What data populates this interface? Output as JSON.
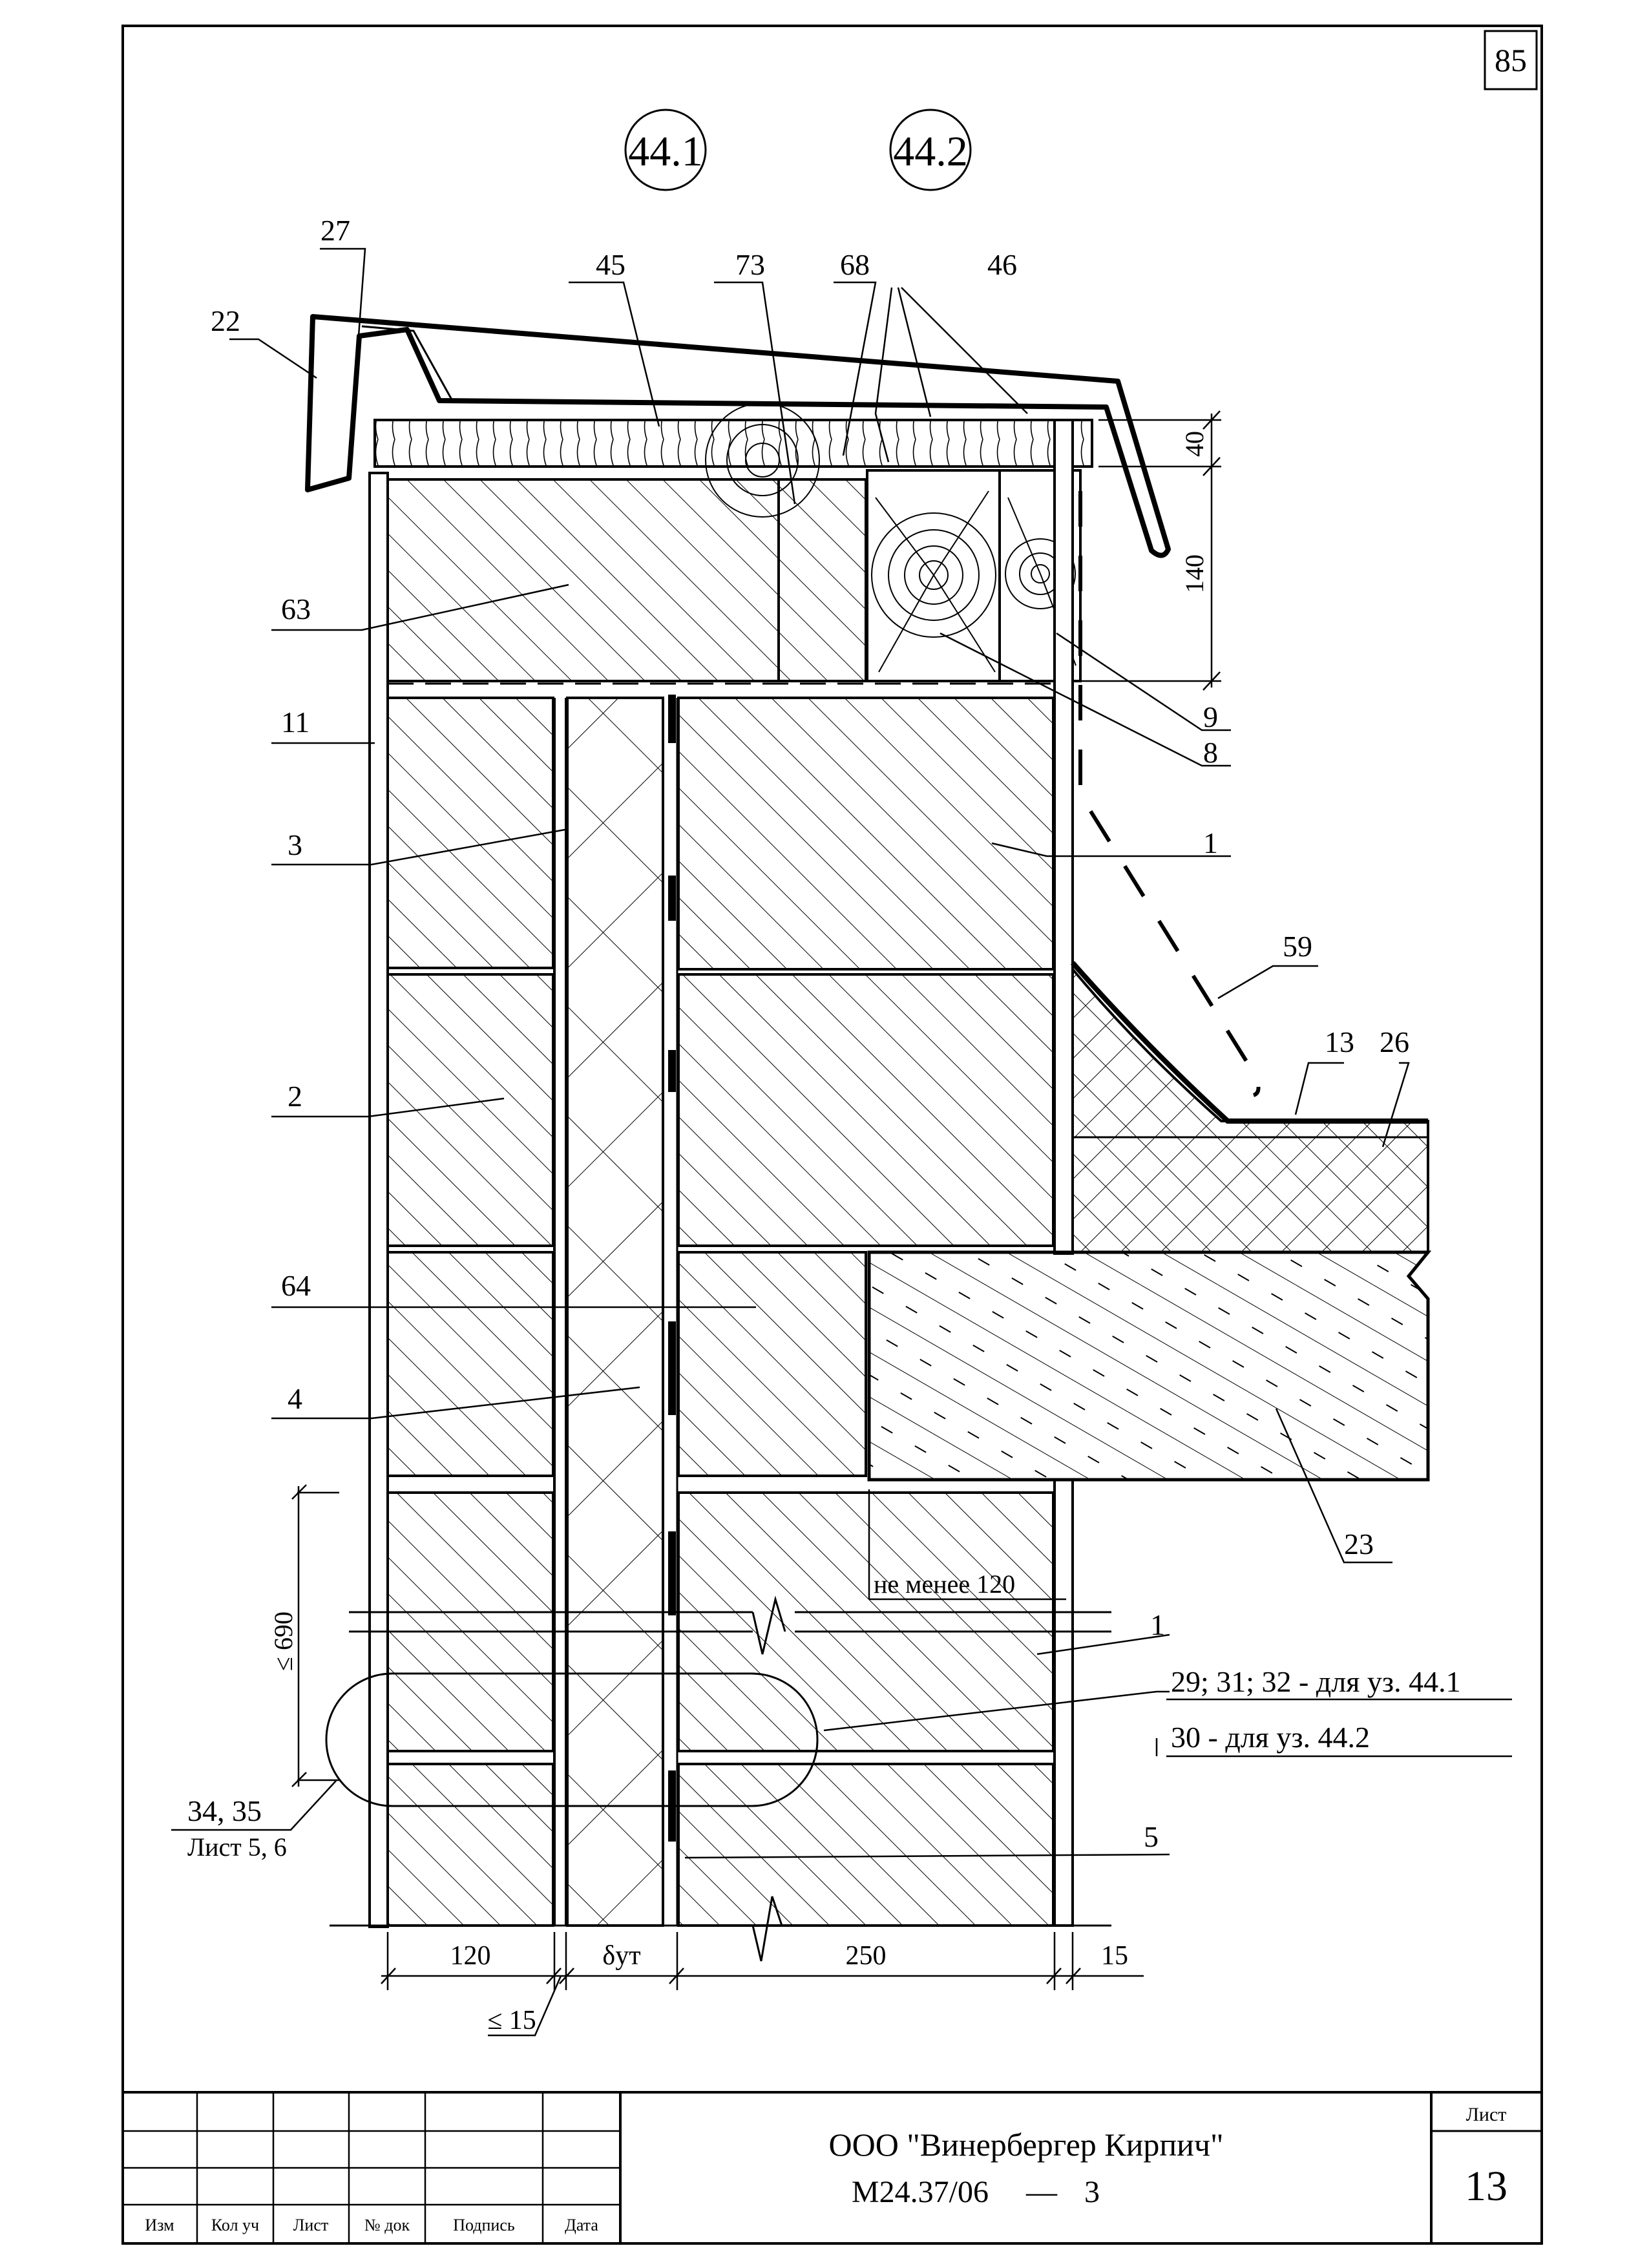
{
  "page_number": "85",
  "node_markers": [
    "44.1",
    "44.2"
  ],
  "callouts": {
    "c27": "27",
    "c22": "22",
    "c45": "45",
    "c73": "73",
    "c68": "68",
    "c46": "46",
    "c63": "63",
    "c11": "11",
    "c3": "3",
    "c2": "2",
    "c64": "64",
    "c4": "4",
    "c9": "9",
    "c8": "8",
    "c1a": "1",
    "c59": "59",
    "c13": "13",
    "c26": "26",
    "c23": "23",
    "c1b": "1",
    "c5": "5",
    "c3435": "34, 35"
  },
  "notes": {
    "sheet_ref": "Лист 5, 6",
    "min_120": "не менее 120",
    "node_441": "29; 31; 32 - для уз. 44.1",
    "node_442": "30 - для уз. 44.2"
  },
  "dimensions": {
    "d40": "40",
    "d140": "140",
    "d690": "≤ 690",
    "d120": "120",
    "d_ins": "δут",
    "d250": "250",
    "d15a": "15",
    "d15b": "≤ 15"
  },
  "title_block": {
    "columns": [
      "Изм",
      "Кол уч",
      "Лист",
      "№ док",
      "Подпись",
      "Дата"
    ],
    "company": "ООО \"Винербергер Кирпич\"",
    "doc_code": "М24.37/06",
    "dash": "—",
    "doc_part": "3",
    "sheet_label": "Лист",
    "sheet_number": "13"
  }
}
